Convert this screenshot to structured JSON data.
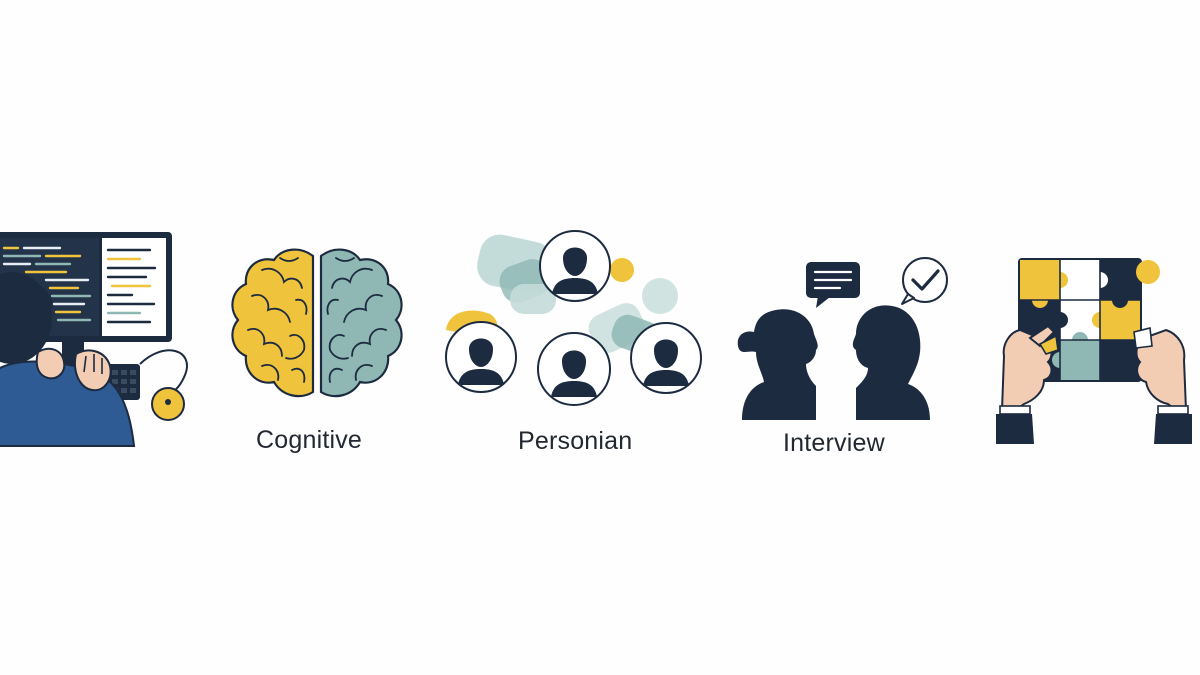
{
  "labels": {
    "cognitive": "Cognitive",
    "personian": "Personian",
    "interview": "Interview"
  },
  "icons": {
    "panel_1": "person-at-computer-icon",
    "panel_2": "brain-icon",
    "panel_3": "user-network-icon",
    "panel_4": "interview-conversation-icon",
    "panel_5": "puzzle-hands-icon"
  },
  "colors": {
    "navy": "#1c2b40",
    "yellow": "#f0c33c",
    "teal": "#8fb8b5",
    "teal_light": "#c4dcd9",
    "blue_shirt": "#2f5b94",
    "skin": "#f3cdb3",
    "background": "#fefefe"
  }
}
